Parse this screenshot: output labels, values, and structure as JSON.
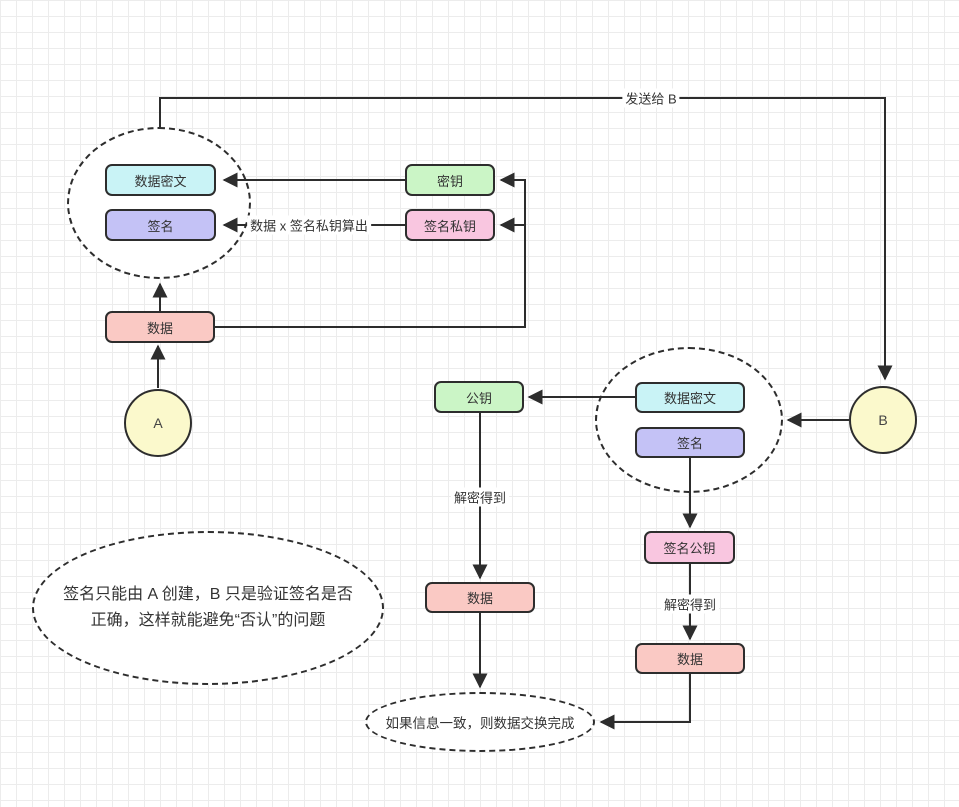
{
  "palette": {
    "cyan": "#c9f3f6",
    "purple": "#c4c2f6",
    "green": "#cbf5c6",
    "pink": "#f9c6e0",
    "red": "#fac9c4",
    "yellow": "#fbf9cc",
    "stroke": "#2d2d2d"
  },
  "diagram": {
    "actors": {
      "a": "A",
      "b": "B"
    },
    "sender_group": {
      "cipher": "数据密文",
      "signature": "签名"
    },
    "keys": {
      "key": "密钥",
      "sign_private_key": "签名私钥",
      "public_key": "公钥",
      "sign_public_key": "签名公钥"
    },
    "data_nodes": {
      "source": "数据",
      "decrypted_mid": "数据",
      "decrypted_right": "数据"
    },
    "receiver_group": {
      "cipher": "数据密文",
      "signature": "签名"
    },
    "labels": {
      "send_to_b": "发送给 B",
      "sign_calc": "数据 x 签名私钥算出",
      "decrypt_left": "解密得到",
      "decrypt_right": "解密得到"
    },
    "result": "如果信息一致，则数据交换完成",
    "note": {
      "line1": "签名只能由 A 创建，B 只是验证签名是否",
      "line2": "正确，这样就能避免“否认”的问题"
    }
  }
}
